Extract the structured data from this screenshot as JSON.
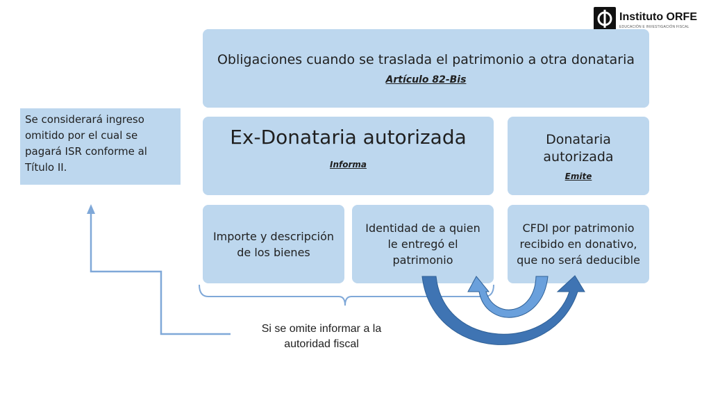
{
  "header": {
    "title": "Obligaciones cuando se traslada el patrimonio a otra donataria",
    "subtitle": "Artículo 82-Bis"
  },
  "ex_donataria": {
    "title": "Ex-Donataria autorizada",
    "subtitle": "Informa"
  },
  "donataria": {
    "title": "Donataria autorizada",
    "subtitle": "Emite"
  },
  "leaves": [
    "Importe y descripción de los bienes",
    "Identidad de a quien le entregó el patrimonio",
    "CFDI por patrimonio recibido en donativo, que no será deducible"
  ],
  "side_note": "Se considerará ingreso omitido por el cual se pagará ISR conforme al Título II.",
  "omit_note": "Si se omite informar a la autoridad fiscal",
  "logo": {
    "name": "Instituto ORFE",
    "tagline": "EDUCACIÓN E INVESTIGACIÓN FISCAL"
  },
  "colors": {
    "box_fill": "#bdd7ee",
    "arrow_dark": "#2e5f95",
    "arrow_light": "#6aa0dc",
    "line": "#7fa8d8"
  }
}
